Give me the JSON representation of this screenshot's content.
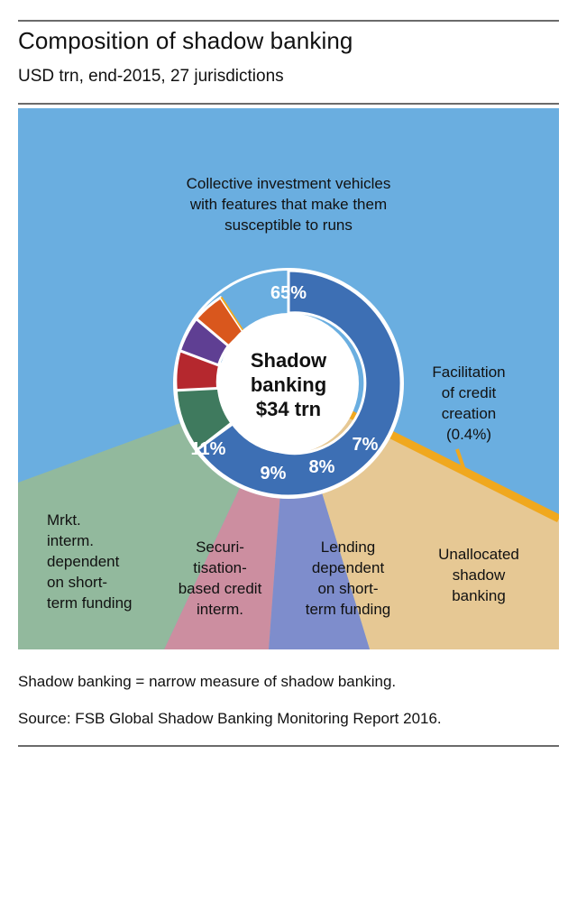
{
  "header": {
    "title": "Composition of shadow banking",
    "subtitle": "USD trn, end-2015, 27 jurisdictions"
  },
  "center": {
    "line1": "Shadow",
    "line2": "banking",
    "line3": "$34 trn"
  },
  "callouts": {
    "top_line1": "Collective investment vehicles",
    "top_line2": "with features that make them",
    "top_line3": "susceptible to runs",
    "right_line1": "Facilitation",
    "right_line2": "of credit",
    "right_line3": "creation",
    "right_line4": "(0.4%)",
    "green_line1": "Mrkt.",
    "green_line2": "interm.",
    "green_line3": "dependent",
    "green_line4": "on short-",
    "green_line5": "term funding",
    "pink_line1": "Securi-",
    "pink_line2": "tisation-",
    "pink_line3": "based credit",
    "pink_line4": "interm.",
    "violet_line1": "Lending",
    "violet_line2": "dependent",
    "violet_line3": "on short-",
    "violet_line4": "term funding",
    "tan_line1": "Unallocated",
    "tan_line2": "shadow",
    "tan_line3": "banking"
  },
  "slice_labels": {
    "blue": "65%",
    "green": "11%",
    "red": "9%",
    "violet": "8%",
    "orange": "7%"
  },
  "footnotes": {
    "note1": "Shadow banking = narrow measure of shadow banking.",
    "note2": "Source: FSB Global Shadow Banking Monitoring Report 2016."
  },
  "colors": {
    "background": "#6aaee0",
    "blue": "#3d6fb4",
    "green": "#3f7a5e",
    "red": "#b5282e",
    "violet": "#5f3f93",
    "orange": "#d9571d",
    "gold": "#f0a81e",
    "fan_green": "#92b99d",
    "fan_pink": "#cc8ea0",
    "fan_violet": "#7e8dcc",
    "fan_tan": "#e6c894",
    "ring_stroke": "#ffffff",
    "text_dark": "#111111",
    "rule": "#6b6b6b"
  },
  "chart_data": {
    "type": "pie",
    "title": "Composition of shadow banking",
    "subtitle": "USD trn, end-2015, 27 jurisdictions",
    "total_label": "Shadow banking $34 trn",
    "total_value": 34,
    "units": "USD trn",
    "legend_position": "callouts",
    "categories": [
      "Collective investment vehicles with features that make them susceptible to runs",
      "Mrkt. interm. dependent on short-term funding",
      "Securitisation-based credit interm.",
      "Lending dependent on short-term funding",
      "Unallocated shadow banking",
      "Facilitation of credit creation"
    ],
    "values": [
      65,
      11,
      9,
      8,
      7,
      0.4
    ],
    "value_labels": [
      "65%",
      "11%",
      "9%",
      "8%",
      "7%",
      "(0.4%)"
    ],
    "slice_colors": [
      "#3d6fb4",
      "#3f7a5e",
      "#b5282e",
      "#5f3f93",
      "#d9571d",
      "#f0a81e"
    ],
    "fan_colors": [
      "#6aaee0",
      "#92b99d",
      "#cc8ea0",
      "#7e8dcc",
      "#e6c894",
      "#f0a81e"
    ],
    "notes": [
      "Shadow banking = narrow measure of shadow banking.",
      "Source: FSB Global Shadow Banking Monitoring Report 2016."
    ]
  }
}
